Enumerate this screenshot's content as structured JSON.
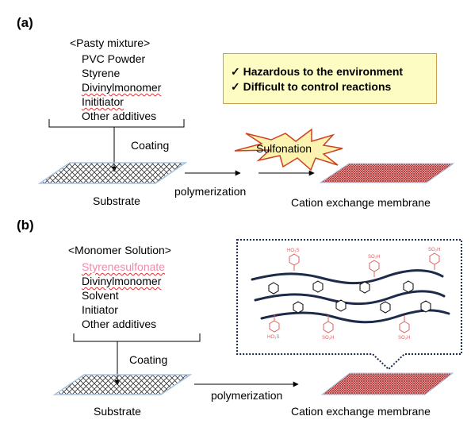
{
  "panels": {
    "a": {
      "label": "(a)",
      "mixture_title": "<Pasty mixture>",
      "ingredients": [
        {
          "text": "PVC Powder",
          "style": "normal"
        },
        {
          "text": "Styrene",
          "style": "normal"
        },
        {
          "text": "Divinylmonomer",
          "style": "wavy"
        },
        {
          "text": "Inititiator",
          "style": "wavy"
        },
        {
          "text": "Other additives",
          "style": "normal"
        }
      ],
      "coating_label": "Coating",
      "substrate_label": "Substrate",
      "polymerization_label": "polymerization",
      "sulfonation_label": "Sulfonation",
      "product_label": "Cation exchange membrane",
      "drawbacks": [
        {
          "mark": "✓",
          "text": "Hazardous to the environment"
        },
        {
          "mark": "✓",
          "text": "Difficult to control reactions"
        }
      ]
    },
    "b": {
      "label": "(b)",
      "mixture_title": "<Monomer Solution>",
      "ingredients": [
        {
          "text": "Styrenesulfonate",
          "style": "pink-wavy"
        },
        {
          "text": "Divinylmonomer",
          "style": "wavy"
        },
        {
          "text": "Solvent",
          "style": "normal"
        },
        {
          "text": "Initiator",
          "style": "normal"
        },
        {
          "text": "Other additives",
          "style": "normal"
        }
      ],
      "coating_label": "Coating",
      "substrate_label": "Substrate",
      "polymerization_label": "polymerization",
      "product_label": "Cation exchange membrane",
      "structure_group_labels": [
        "HO₃S",
        "SO₃H",
        "SO₃H",
        "HO₃S",
        "SO₃H",
        "SO₃H"
      ]
    }
  },
  "colors": {
    "note_fill": "#fdfcc3",
    "note_border": "#c9a050",
    "burst_fill": "#fdf3b0",
    "burst_stroke": "#d04020",
    "membrane": "#b03030",
    "substrate_edge": "#a8c4e0",
    "chain": "#1e2a4a",
    "sulfonate": "#e06060",
    "wavy_underline": "#e03030",
    "pink_text": "#f08aa8"
  }
}
